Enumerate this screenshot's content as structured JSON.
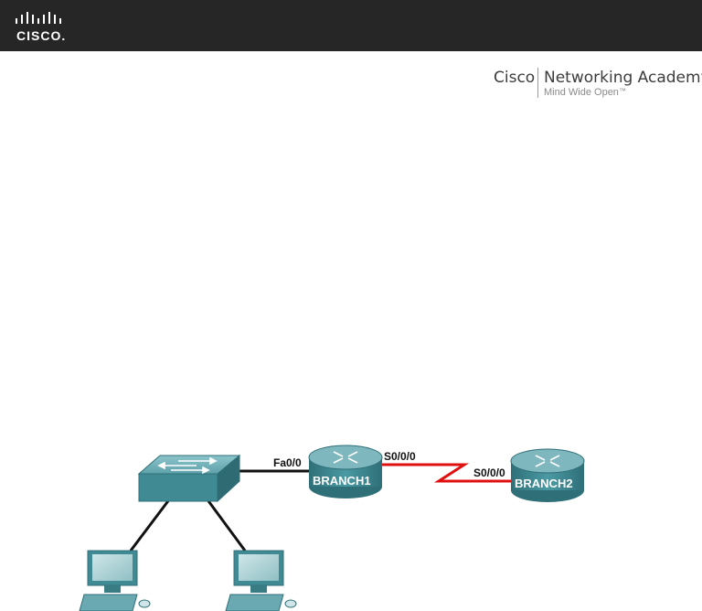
{
  "header": {
    "logo_text": "CISCO."
  },
  "academy": {
    "brand": "Cisco",
    "name": "Networking Academy",
    "registered_mark": "®",
    "tagline": "Mind Wide Open",
    "tagline_mark": "™"
  },
  "topology": {
    "devices": {
      "branch1": "BRANCH1",
      "branch2": "BRANCH2"
    },
    "interfaces": {
      "branch1_fa": "Fa0/0",
      "branch1_serial": "S0/0/0",
      "branch2_serial": "S0/0/0"
    },
    "colors": {
      "serial_link": "#e01010",
      "ethernet_link": "#111111",
      "device_body": "#3f8a93"
    }
  }
}
